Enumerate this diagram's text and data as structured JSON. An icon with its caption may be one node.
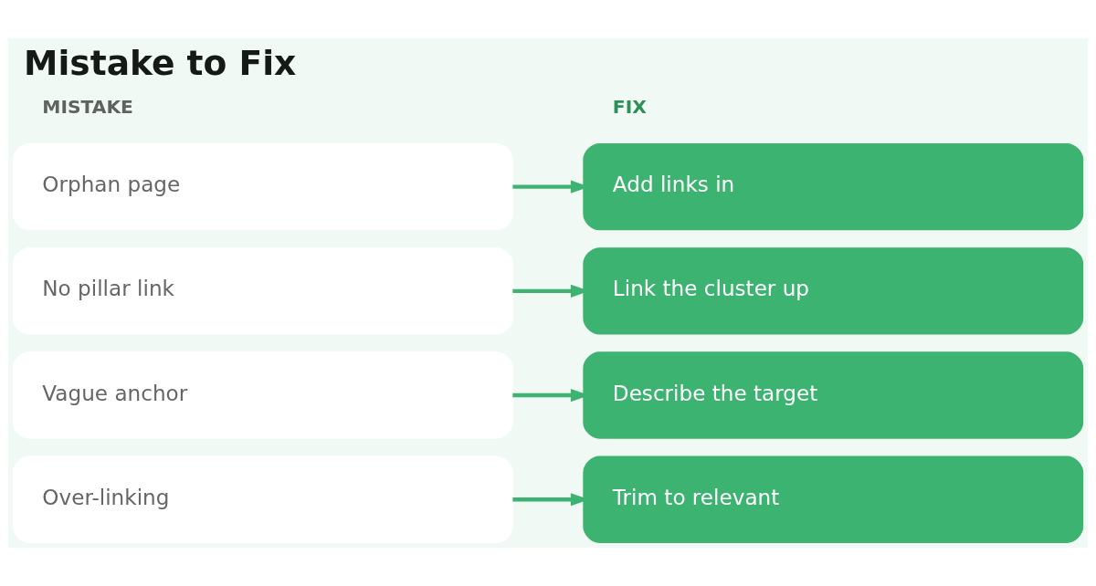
{
  "diagram": {
    "title": "Mistake to Fix",
    "nodes": [
      {
        "text": [
          "Orphan page"
        ]
      },
      {
        "text": [
          "Add links in"
        ]
      },
      {
        "text": [
          "No pillar link"
        ]
      },
      {
        "text": [
          "Link the cluster up"
        ]
      },
      {
        "text": [
          "Vague anchor"
        ]
      },
      {
        "text": [
          "Describe the target"
        ]
      },
      {
        "text": [
          "Over-linking"
        ]
      },
      {
        "text": [
          "Trim to relevant"
        ]
      }
    ],
    "edges": [
      {
        "from": 0,
        "to": 1,
        "arrow": "to"
      },
      {
        "from": 2,
        "to": 3,
        "arrow": "to"
      },
      {
        "from": 4,
        "to": 5,
        "arrow": "to"
      },
      {
        "from": 6,
        "to": 7,
        "arrow": "to"
      }
    ],
    "labels": [
      "MISTAKE",
      "FIX"
    ]
  }
}
